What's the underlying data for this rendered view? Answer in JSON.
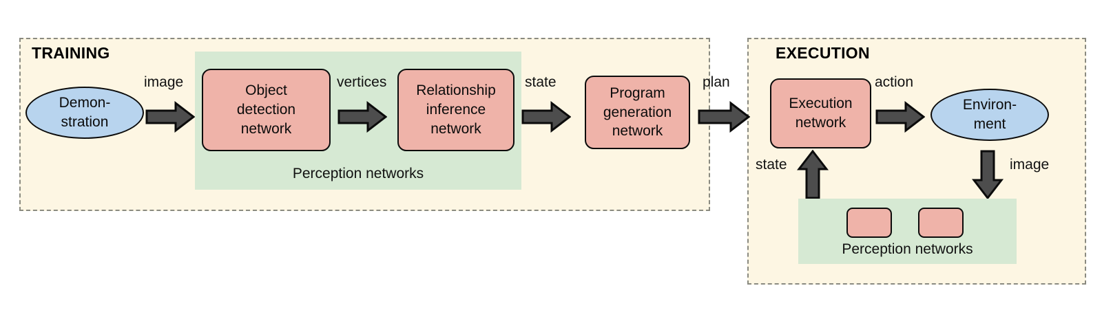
{
  "diagram": {
    "title_hidden": "",
    "phases": [
      {
        "id": "training",
        "label": "TRAINING"
      },
      {
        "id": "execution",
        "label": "EXECUTION"
      }
    ],
    "groups": [
      {
        "id": "training-perception",
        "label": "Perception networks"
      },
      {
        "id": "execution-perception",
        "label": "Perception networks"
      }
    ],
    "nodes": {
      "demonstration": "Demon-\nstration",
      "demonstration_line1": "Demon-",
      "demonstration_line2": "stration",
      "object_detection": "Object detection network",
      "object_detection_line1": "Object",
      "object_detection_line2": "detection",
      "object_detection_line3": "network",
      "relationship_inference": "Relationship inference network",
      "relationship_inference_line1": "Relationship",
      "relationship_inference_line2": "inference",
      "relationship_inference_line3": "network",
      "program_generation": "Program generation network",
      "program_generation_line1": "Program",
      "program_generation_line2": "generation",
      "program_generation_line3": "network",
      "execution_network": "Execution network",
      "execution_network_line1": "Execution",
      "execution_network_line2": "network",
      "environment": "Environ-\nment",
      "environment_line1": "Environ-",
      "environment_line2": "ment"
    },
    "edges": [
      {
        "id": "demo-to-object",
        "label": "image",
        "direction": "right"
      },
      {
        "id": "object-to-relationship",
        "label": "vertices",
        "direction": "right"
      },
      {
        "id": "relationship-to-program",
        "label": "state",
        "direction": "right"
      },
      {
        "id": "program-to-execution",
        "label": "plan",
        "direction": "right"
      },
      {
        "id": "execution-to-environment",
        "label": "action",
        "direction": "right"
      },
      {
        "id": "environment-to-perception",
        "label": "image",
        "direction": "down"
      },
      {
        "id": "perception-to-execution",
        "label": "state",
        "direction": "up"
      }
    ],
    "colors": {
      "phase_background": "#fdf6e3",
      "phase_border": "#8a8a80",
      "group_background": "#d6e9d3",
      "process_fill": "#efb3a9",
      "process_stroke": "#0b0b0b",
      "ellipse_fill": "#b8d4ee",
      "arrow_fill": "#4d4d4d",
      "arrow_stroke": "#0b0b0b",
      "text": "#111111",
      "canvas_background": "#ffffff"
    }
  }
}
